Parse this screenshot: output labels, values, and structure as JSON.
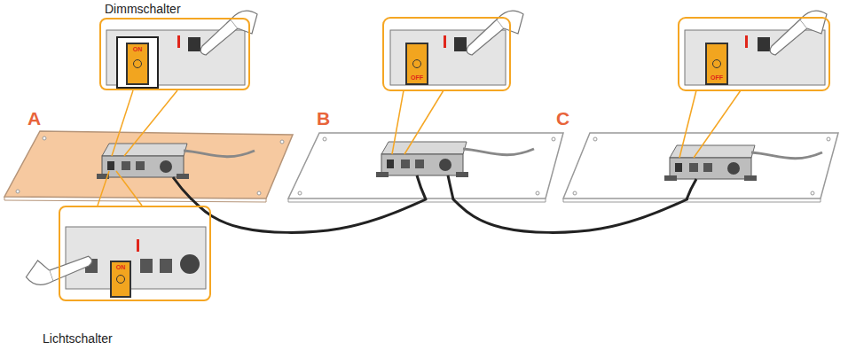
{
  "diagram": {
    "nodes": [
      {
        "text": [
          "Dimmschalter"
        ]
      },
      {
        "text": [
          "ON"
        ],
        "in": 0
      },
      {
        "text": [
          "OFF"
        ]
      },
      {
        "text": [
          "OFF"
        ]
      },
      {
        "text": [
          "A"
        ]
      },
      {
        "text": [
          "B"
        ]
      },
      {
        "text": [
          "C"
        ]
      },
      {
        "text": [
          "Lichtschalter"
        ]
      },
      {
        "text": [
          "ON"
        ],
        "in": 7
      }
    ],
    "edges": [
      {
        "from": 4,
        "to": 5,
        "arrow": "none"
      },
      {
        "from": 5,
        "to": 6,
        "arrow": "none"
      }
    ]
  }
}
